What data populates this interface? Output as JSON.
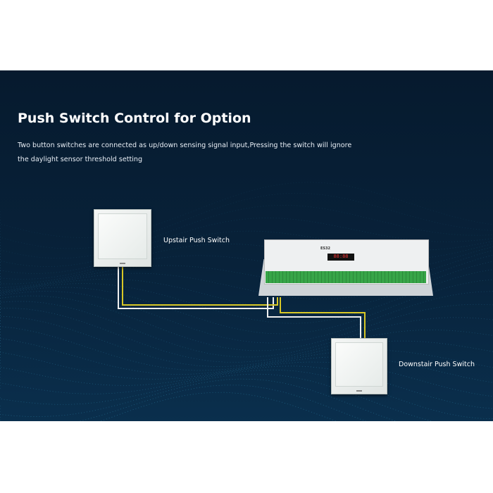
{
  "heading": "Push Switch Control for Option",
  "description": [
    "Two button switches are connected as up/down sensing signal input,Pressing the switch will ignore",
    "the daylight sensor threshold setting"
  ],
  "labels": {
    "upstair": "Upstair Push Switch",
    "downstair": "Downstair Push Switch"
  },
  "controller": {
    "model": "ES32",
    "display": "88:88"
  },
  "colors": {
    "background": "#08223a",
    "wire_white": "#f0f0f0",
    "wire_yellow": "#d9c826",
    "wire_green": "#3fae4a",
    "terminal": "#3aa54a"
  }
}
